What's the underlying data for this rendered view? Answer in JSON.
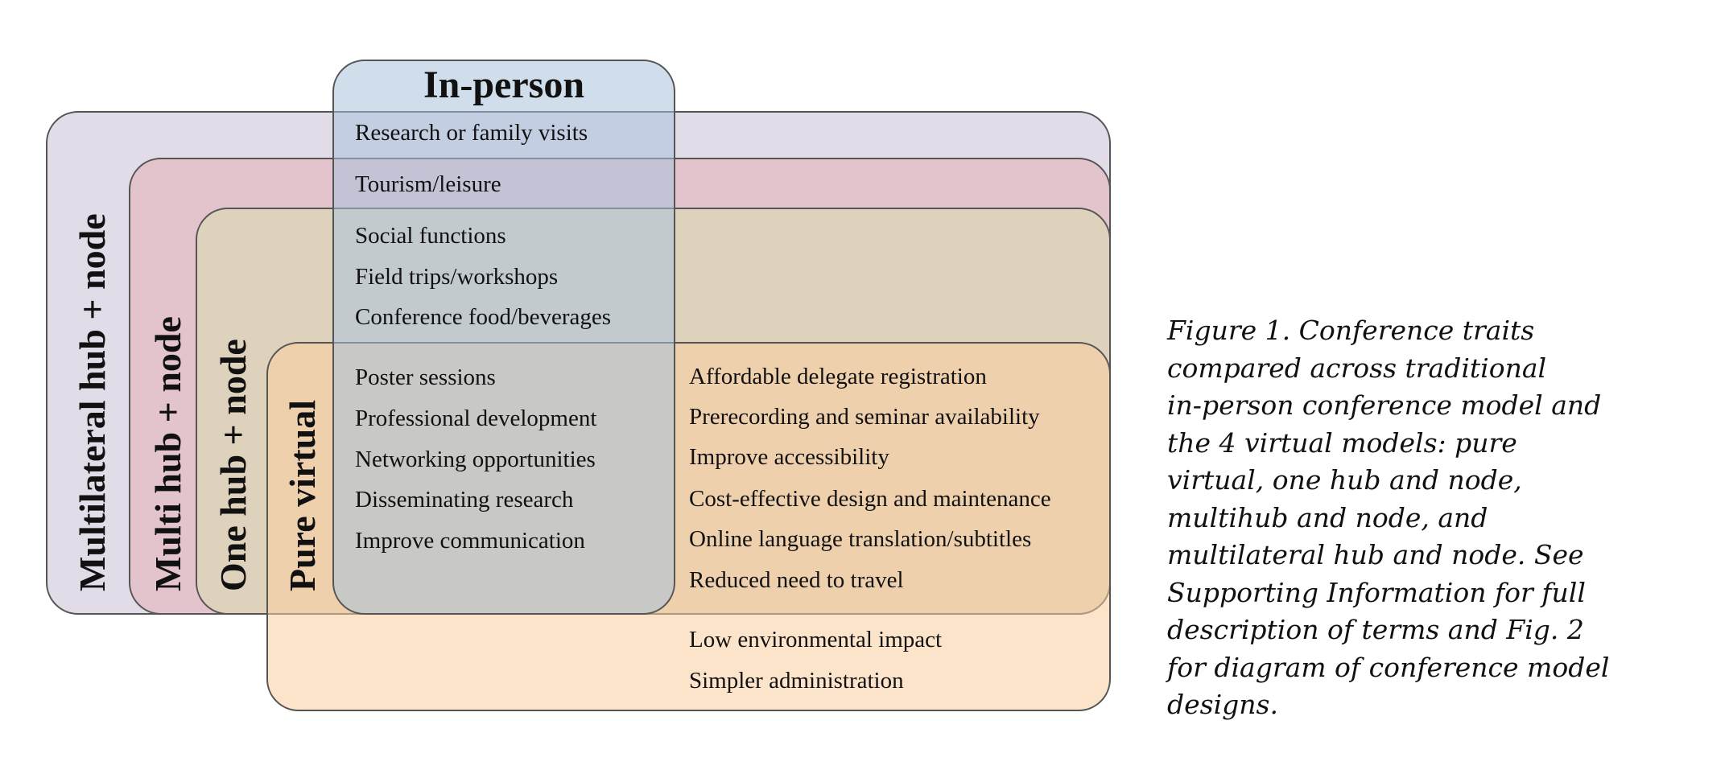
{
  "groups": {
    "multilateral": "Multilateral hub + node",
    "multi_hub": "Multi hub + node",
    "one_hub": "One hub + node",
    "pure_virtual": "Pure virtual",
    "in_person": "In-person"
  },
  "in_person_only": [
    "Research or family visits",
    "Tourism/leisure"
  ],
  "in_person_hub": [
    "Social functions",
    "Field trips/workshops",
    "Conference food/beverages"
  ],
  "shared_all": [
    "Poster sessions",
    "Professional development",
    "Networking opportunities",
    "Disseminating research",
    "Improve communication"
  ],
  "virtual_hub": [
    "Affordable delegate registration",
    "Prerecording and seminar availability",
    "Improve accessibility",
    "Cost-effective design and maintenance",
    "Online language translation/subtitles",
    "Reduced need to travel"
  ],
  "pure_virtual_only": [
    "Low environmental impact",
    "Simpler administration"
  ],
  "caption": "Figure 1.  Conference traits\ncompared across traditional\nin-person conference model and\nthe 4 virtual models: pure\nvirtual, one hub and node,\nmultihub and node, and\nmultilateral hub and node. See\nSupporting Information for full\ndescription of terms and Fig. 2\nfor diagram of conference model\ndesigns."
}
